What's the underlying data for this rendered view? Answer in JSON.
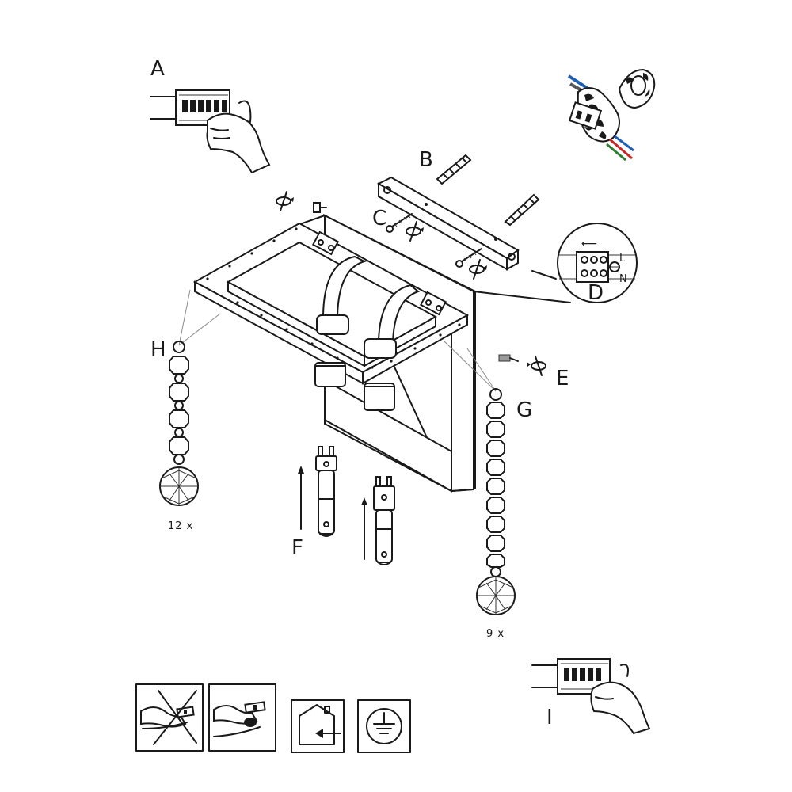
{
  "labels": {
    "A": "A",
    "B": "B",
    "C": "C",
    "D": "D",
    "E": "E",
    "F": "F",
    "G": "G",
    "H": "H",
    "I": "I"
  },
  "quantities": {
    "left_strand": "12 x",
    "right_strand": "9 x"
  },
  "terminal": {
    "arrow": "⟵",
    "L": "L",
    "N": "N"
  },
  "icons": [
    "no-touch-bulb-icon",
    "touch-bulb-with-cloth-icon",
    "indoor-use-house-icon",
    "earth-ground-icon"
  ],
  "colors": {
    "line": "#1a1a1a",
    "gray": "#9a9a9a",
    "wire_red": "#c62828",
    "wire_blue": "#1e5fb4",
    "wire_green": "#2e7d32"
  }
}
